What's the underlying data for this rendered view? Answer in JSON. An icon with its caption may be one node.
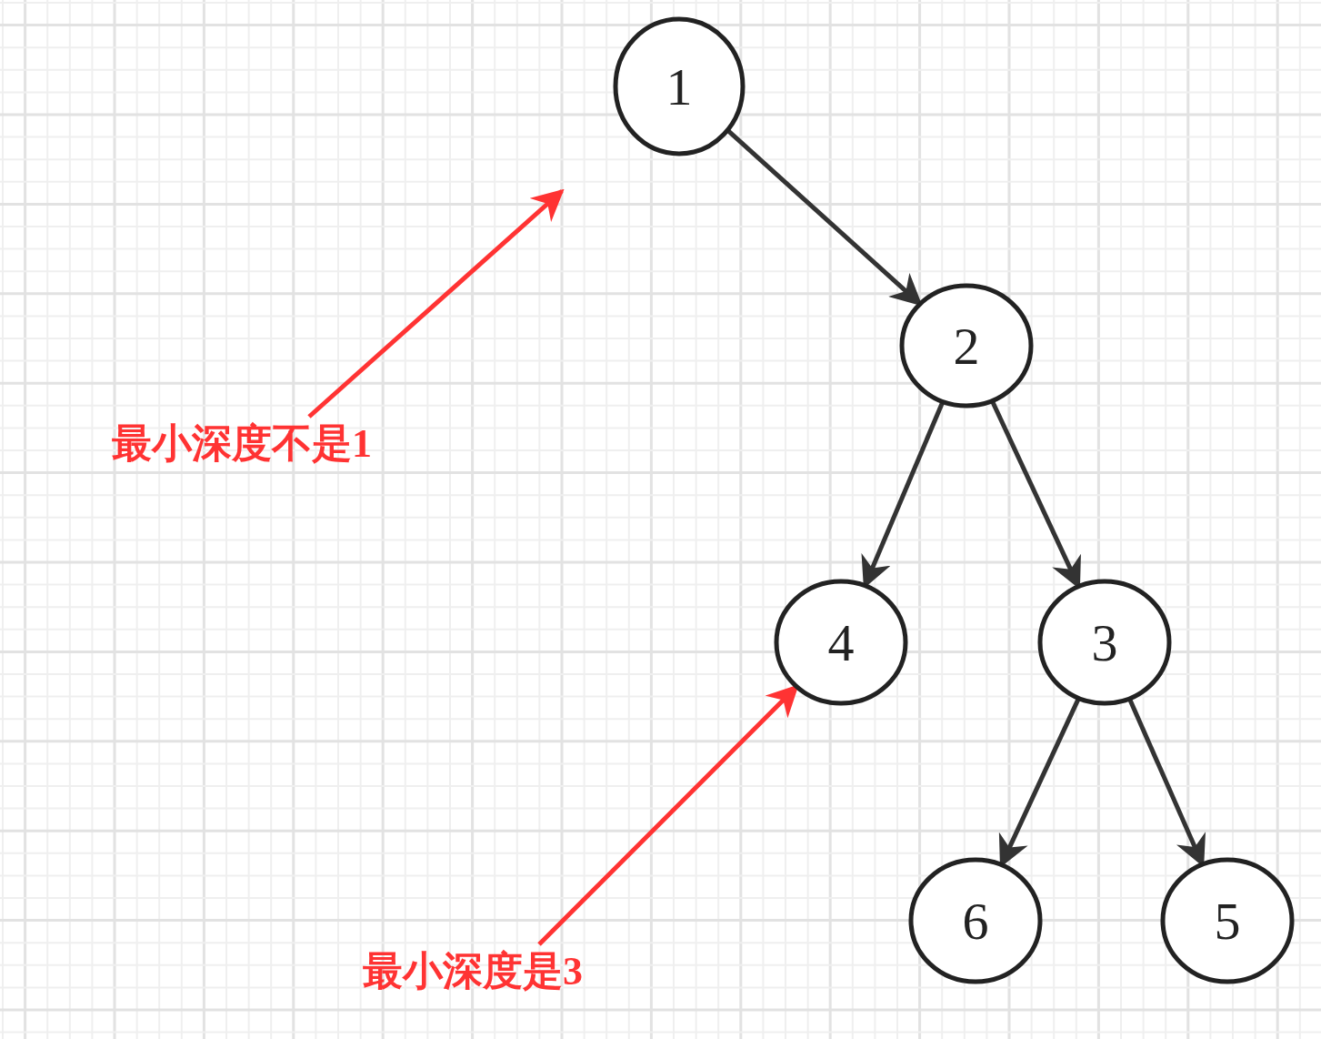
{
  "diagram": {
    "nodes": [
      {
        "text": [
          "1"
        ]
      },
      {
        "text": [
          "2"
        ]
      },
      {
        "text": [
          "最小深度不是1"
        ]
      },
      {
        "text": [
          "4"
        ]
      },
      {
        "text": [
          "3"
        ]
      },
      {
        "text": [
          "6"
        ]
      },
      {
        "text": [
          "5"
        ]
      },
      {
        "text": [
          "最小深度是3"
        ]
      }
    ],
    "edges": [
      {
        "from": 0,
        "to": 1,
        "arrow": "to"
      },
      {
        "from": 1,
        "to": 3,
        "arrow": "to"
      },
      {
        "from": 1,
        "to": 4,
        "arrow": "to"
      },
      {
        "from": 4,
        "to": 5,
        "arrow": "to"
      },
      {
        "from": 4,
        "to": 6,
        "arrow": "to"
      },
      {
        "from": 2,
        "to": null,
        "arrow": "to",
        "color": "#ff3333"
      },
      {
        "from": 7,
        "to": 3,
        "arrow": "to",
        "color": "#ff3333"
      }
    ]
  }
}
